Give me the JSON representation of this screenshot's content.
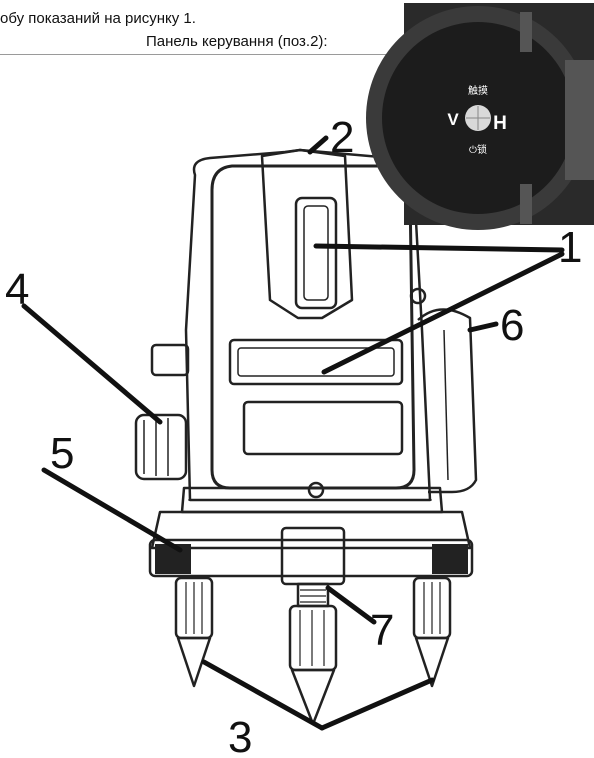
{
  "header": {
    "line1": "обу показаний на рисунку 1.",
    "line2": "Панель керування (поз.2):"
  },
  "panel": {
    "top_label": "触摸",
    "left_label": "V",
    "right_label": "H",
    "bottom_label": "⏻锁"
  },
  "labels": {
    "n1": "1",
    "n2": "2",
    "n3": "3",
    "n4": "4",
    "n5": "5",
    "n6": "6",
    "n7": "7"
  },
  "colors": {
    "panel_bg": "#1c1c1c",
    "panel_rim": "#3a3a3a",
    "line": "#111111"
  }
}
